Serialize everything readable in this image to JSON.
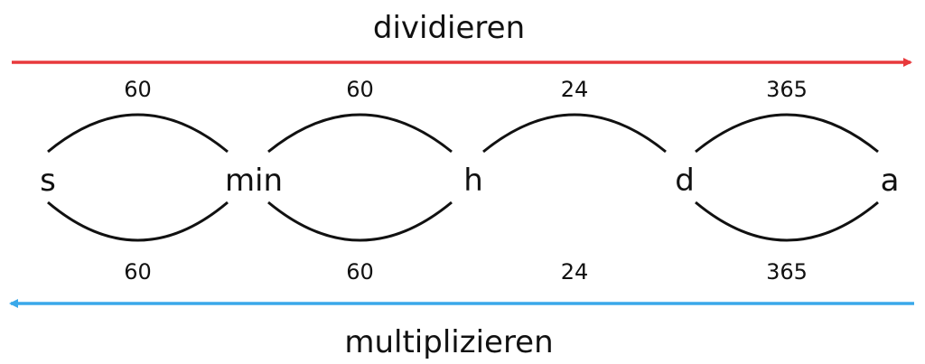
{
  "top_label": "dividieren",
  "bottom_label": "multiplizieren",
  "units": [
    "s",
    "min",
    "h",
    "d",
    "a"
  ],
  "factors_top": [
    "60",
    "60",
    "24",
    "365"
  ],
  "factors_bottom": [
    "60",
    "60",
    "24",
    "365"
  ],
  "colors": {
    "divide_arrow": "#e8393c",
    "multiply_arrow": "#3aa8ea",
    "arc": "#111111"
  }
}
